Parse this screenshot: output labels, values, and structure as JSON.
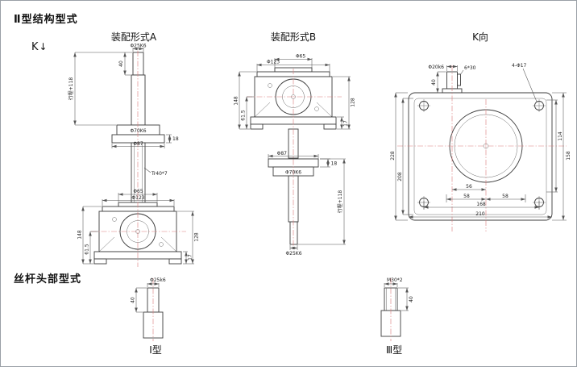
{
  "colors": {
    "centerline": "#dd7a7a",
    "line": "#3c3c3c"
  },
  "sections": {
    "structure_title": "Ⅱ型结构型式",
    "head_title": "丝杆头部型式"
  },
  "k_marker": {
    "label": "K",
    "arrow": "↓"
  },
  "assembly_a": {
    "label": "装配形式A",
    "dims": {
      "shaft_dia": "Φ25K6",
      "shaft_len": "40",
      "travel": "行程+118",
      "flange_hub_dia": "Φ70K6",
      "flange_dia": "Φ87",
      "flange_thk": "18",
      "screw_thread": "Tr40*7",
      "spigot_dia": "Φ65",
      "flange_bolt_dia": "Φ123",
      "housing_h": "148",
      "center_to_base": "61.5",
      "body_h": "128",
      "foot_thk": "17"
    }
  },
  "assembly_b": {
    "label": "装配形式B",
    "dims": {
      "spigot_dia": "Φ65",
      "flange_bolt_dia": "Φ123",
      "housing_h": "148",
      "center_to_base": "61.5",
      "body_h": "128",
      "foot_thk": "17",
      "flange_dia": "Φ87",
      "flange_thk": "18",
      "flange_hub_dia": "Φ70K6",
      "travel": "行程+118",
      "shaft_dia": "Φ25K6"
    }
  },
  "view_k": {
    "label": "K向",
    "dims": {
      "input_shaft_dia": "Φ20k6",
      "input_shaft_len": "40",
      "key_size": "6*30",
      "mount_holes": "4-Φ17",
      "overall_h": "228",
      "inner_h": "208",
      "right_outer": "158",
      "right_inner": "114",
      "center_distance": "56",
      "pitch_left": "58",
      "pitch_right": "58",
      "hole_span": "168",
      "overall_w": "210"
    }
  },
  "head_type_i": {
    "label": "Ⅰ型",
    "dims": {
      "dia": "Φ25k6",
      "len": "40"
    }
  },
  "head_type_iii": {
    "label": "Ⅲ型",
    "dims": {
      "thread": "M30*2",
      "len": "40"
    }
  }
}
